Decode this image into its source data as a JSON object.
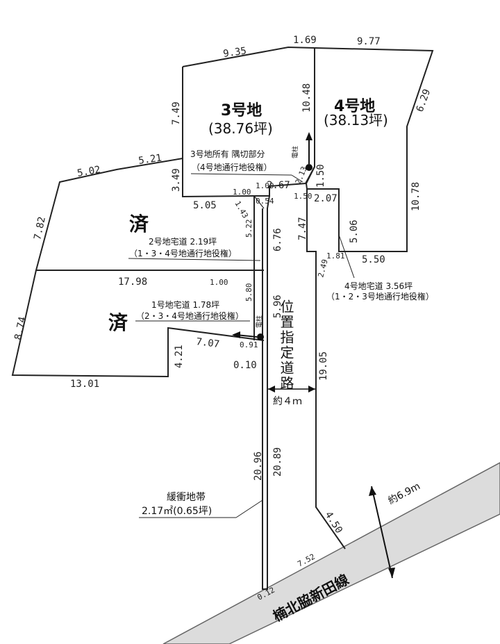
{
  "lots": {
    "lot3": {
      "name": "3号地",
      "area": "(38.76坪)"
    },
    "lot4": {
      "name": "4号地",
      "area": "(38.13坪)"
    },
    "sold1": "済",
    "sold2": "済"
  },
  "notes": {
    "lot3_corner_1": "3号地所有 隅切部分",
    "lot3_corner_2": "（4号地通行地役権）",
    "lot2_drive_1": "2号地宅道 2.19坪",
    "lot2_drive_2": "（1・3・4号地通行地役権）",
    "lot1_drive_1": "1号地宅道 1.78坪",
    "lot1_drive_2": "（2・3・4号地通行地役権）",
    "lot4_drive_1": "4号地宅道 3.56坪",
    "lot4_drive_2": "（1・2・3号地通行地役権）",
    "buffer_1": "緩衝地帯",
    "buffer_2": "2.17㎡(0.65坪)",
    "designated_road": "位置指定道路",
    "road_width": "約４ｍ",
    "street_name": "楠北脇新田線",
    "street_width": "約6.9m",
    "pole_label": "電柱"
  },
  "dimensions": {
    "d_935": "9.35",
    "d_169": "1.69",
    "d_977": "9.77",
    "d_629": "6.29",
    "d_749": "7.49",
    "d_1048": "10.48",
    "d_521": "5.21",
    "d_502": "5.02",
    "d_349": "3.49",
    "d_100a": "1.00",
    "d_100b": "1.00",
    "d_267": "2.67",
    "d_213": "2.13",
    "d_150a": "1.50",
    "d_150b": "1.50",
    "d_207": "2.07",
    "d_1078": "10.78",
    "d_505": "5.05",
    "d_143": "1.43",
    "d_054": "0.54",
    "d_782": "7.82",
    "d_522": "5.22",
    "d_676": "6.76",
    "d_747": "7.47",
    "d_506": "5.06",
    "d_181": "1.81",
    "d_550": "5.50",
    "d_249": "2.49",
    "d_1798": "17.98",
    "d_100c": "1.00",
    "d_580": "5.80",
    "d_596": "5.96",
    "d_874": "8.74",
    "d_421": "4.21",
    "d_707": "7.07",
    "d_091": "0.91",
    "d_010": "0.10",
    "d_1905": "19.05",
    "d_1301": "13.01",
    "d_2096": "20.96",
    "d_2089": "20.89",
    "d_450": "4.50",
    "d_752": "7.52",
    "d_012": "0.12"
  }
}
